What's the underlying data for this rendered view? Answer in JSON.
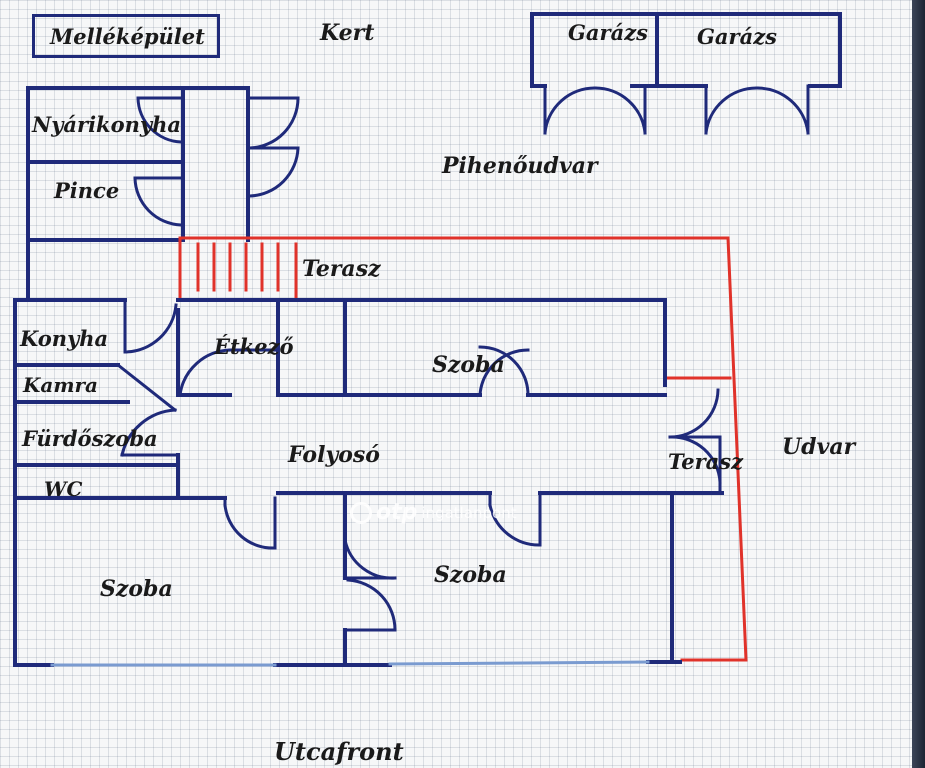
{
  "labels": {
    "mellekepulet": "Melléképület",
    "kert": "Kert",
    "garazs_1": "Garázs",
    "garazs_2": "Garázs",
    "nyarikonyha": "Nyárikonyha",
    "pince": "Pince",
    "pihenoudvar": "Pihenőudvar",
    "terasz_top": "Terasz",
    "konyha": "Konyha",
    "etkezo": "Étkező",
    "szoba_mid": "Szoba",
    "kamra": "Kamra",
    "furdoszoba": "Fürdőszoba",
    "folyoso": "Folyosó",
    "terasz_right": "Terasz",
    "udvar": "Udvar",
    "wc": "WC",
    "szoba_left": "Szoba",
    "szoba_bottom": "Szoba",
    "utcafront": "Utcafront"
  },
  "watermark": {
    "brand": "otp",
    "sub": "ingatlanpont"
  },
  "colors": {
    "wall": "#1f2a7a",
    "terrace_outline": "#e0322a",
    "window": "#7a9bd0",
    "grid_bg": "#f6f7f8"
  }
}
